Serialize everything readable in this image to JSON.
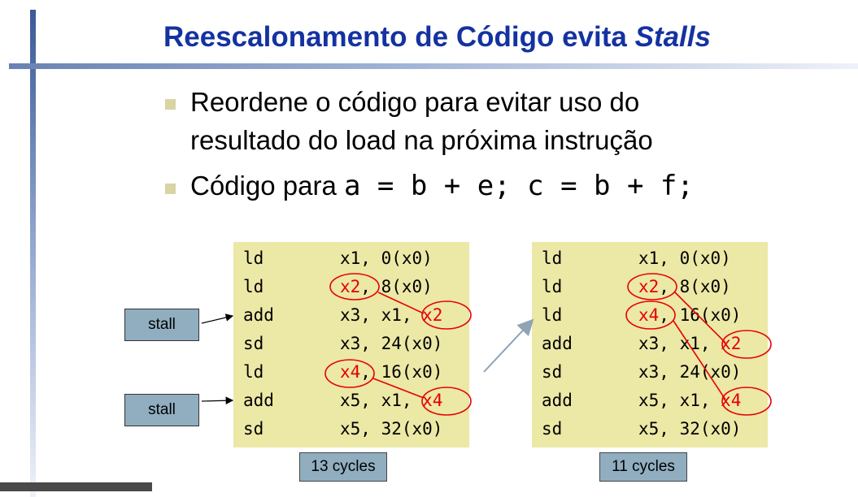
{
  "title": {
    "main": "Reescalonamento de Código evita ",
    "italic": "Stalls"
  },
  "bullets": [
    {
      "line1": "Reordene o código para evitar uso do",
      "line2": "resultado do load na próxima instrução"
    },
    {
      "prefix": "Código para ",
      "code": "a = b + e; c = b + f;"
    }
  ],
  "left_block": {
    "lines": [
      {
        "op": "ld",
        "pre": "x1, 0(x0)",
        "reg": "",
        "post": ""
      },
      {
        "op": "ld",
        "pre": "",
        "reg": "x2",
        "post": ", 8(x0)"
      },
      {
        "op": "add",
        "pre": "x3, x1, ",
        "reg": "x2",
        "post": ""
      },
      {
        "op": "sd",
        "pre": "x3, 24(x0)",
        "reg": "",
        "post": ""
      },
      {
        "op": "ld",
        "pre": "",
        "reg": "x4",
        "post": ", 16(x0)"
      },
      {
        "op": "add",
        "pre": "x5, x1, ",
        "reg": "x4",
        "post": ""
      },
      {
        "op": "sd",
        "pre": "x5, 32(x0)",
        "reg": "",
        "post": ""
      }
    ],
    "cycles": "13 cycles"
  },
  "right_block": {
    "lines": [
      {
        "op": "ld",
        "pre": "x1, 0(x0)",
        "reg": "",
        "post": ""
      },
      {
        "op": "ld",
        "pre": "",
        "reg": "x2",
        "post": ", 8(x0)"
      },
      {
        "op": "ld",
        "pre": "",
        "reg": "x4",
        "post": ", 16(x0)"
      },
      {
        "op": "add",
        "pre": "x3, x1, ",
        "reg": "x2",
        "post": ""
      },
      {
        "op": "sd",
        "pre": "x3, 24(x0)",
        "reg": "",
        "post": ""
      },
      {
        "op": "add",
        "pre": "x5, x1, ",
        "reg": "x4",
        "post": ""
      },
      {
        "op": "sd",
        "pre": "x5, 32(x0)",
        "reg": "",
        "post": ""
      }
    ],
    "cycles": "11 cycles"
  },
  "stall_labels": [
    "stall",
    "stall"
  ],
  "colors": {
    "title": "#1432a0",
    "code_bg": "#ece8a6",
    "box_fill": "#90aec0",
    "highlight": "#e60000",
    "bullet": "#d8d4a4"
  }
}
